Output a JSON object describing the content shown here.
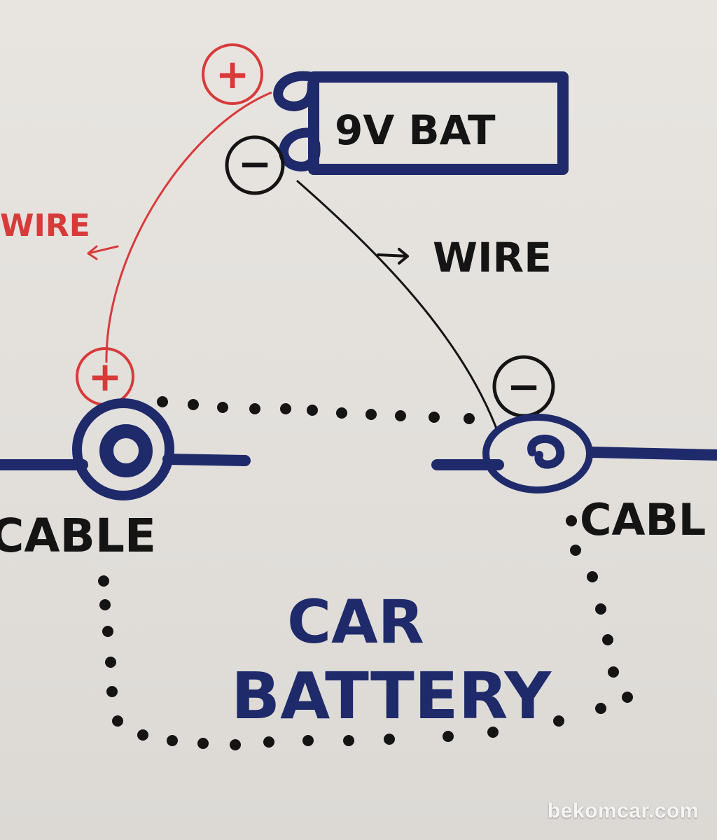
{
  "battery_9v": {
    "label": "9V BAT",
    "positive_symbol": "+",
    "negative_symbol": "−"
  },
  "wires": {
    "left_label": "WIRE",
    "right_label": "WIRE"
  },
  "cables": {
    "left_label": "CABLE",
    "right_label": "CABL",
    "positive_symbol": "+",
    "negative_symbol": "−"
  },
  "car_battery": {
    "line1": "CAR",
    "line2": "BATTERY"
  },
  "watermark": "bekomcar.com",
  "colors": {
    "paper": "#e4e1dd",
    "blue_ink": "#1f2a6b",
    "red_ink": "#d83a3a",
    "black_ink": "#141414"
  }
}
